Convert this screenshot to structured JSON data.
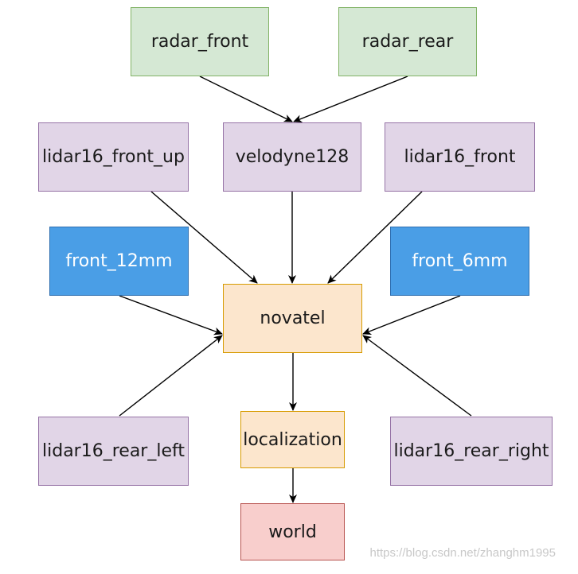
{
  "nodes": {
    "radar_front": "radar_front",
    "radar_rear": "radar_rear",
    "lidar16_front_up": "lidar16_front_up",
    "velodyne128": "velodyne128",
    "lidar16_front": "lidar16_front",
    "front_12mm": "front_12mm",
    "front_6mm": "front_6mm",
    "novatel": "novatel",
    "lidar16_rear_left": "lidar16_rear_left",
    "localization": "localization",
    "lidar16_rear_right": "lidar16_rear_right",
    "world": "world"
  },
  "edges": [
    [
      "radar_front",
      "velodyne128"
    ],
    [
      "radar_rear",
      "velodyne128"
    ],
    [
      "lidar16_front_up",
      "novatel"
    ],
    [
      "velodyne128",
      "novatel"
    ],
    [
      "lidar16_front",
      "novatel"
    ],
    [
      "front_12mm",
      "novatel"
    ],
    [
      "front_6mm",
      "novatel"
    ],
    [
      "lidar16_rear_left",
      "novatel"
    ],
    [
      "lidar16_rear_right",
      "novatel"
    ],
    [
      "novatel",
      "localization"
    ],
    [
      "localization",
      "world"
    ]
  ],
  "watermark": "https://blog.csdn.net/zhanghm1995"
}
